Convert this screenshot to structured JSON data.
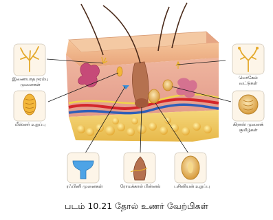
{
  "labels": {
    "free_nerve_endings": "இணையாத நரம்பு\nமுனைகள்",
    "meissner": "மீஸ்னர் உறுப்பு",
    "ruffini": "ரஃபினி முனைகள்",
    "hair_root_plexus": "ரோமக்கால் பின்னல்",
    "pacinian": "பசினியன் உறுப்பு",
    "merkel": "மெர்கேல்\nவட்டுகள்",
    "krause": "கிராஸ் முனைக்\nகுமிழ்கள்"
  },
  "caption": "படம் 10.21 தோல் உணர் வேற்பிகள்"
}
